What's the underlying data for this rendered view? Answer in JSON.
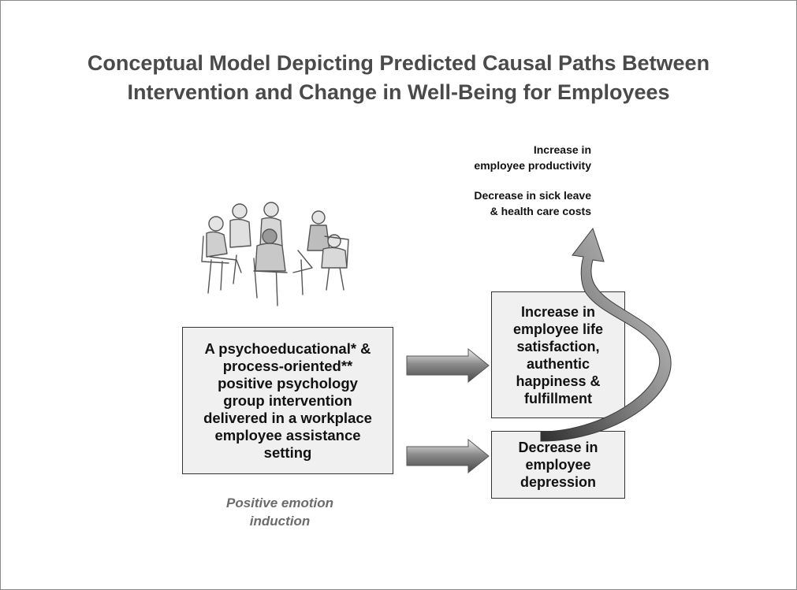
{
  "title": {
    "line1": "Conceptual Model Depicting Predicted Causal Paths Between",
    "line2": "Intervention and Change in Well-Being for Employees"
  },
  "outcomes": {
    "productivity_line1": "Increase in",
    "productivity_line2": "employee productivity",
    "costs_line1": "Decrease in sick leave",
    "costs_line2": "& health care costs"
  },
  "intervention_box": {
    "lines": [
      "A psychoeducational* &",
      "process-oriented**",
      "positive psychology",
      "group intervention",
      "delivered in a workplace",
      "employee assistance",
      "setting"
    ]
  },
  "life_box": {
    "lines": [
      "Increase in",
      "employee life",
      "satisfaction,",
      "authentic",
      "happiness &",
      "fulfillment"
    ]
  },
  "depression_box": {
    "lines": [
      "Decrease in",
      "employee",
      "depression"
    ]
  },
  "note": {
    "line1": "Positive emotion",
    "line2": "induction"
  },
  "icons": {
    "group_illustration": "people-seated-in-circle-sketch",
    "arrows": "gray-block-arrow-right",
    "curved_arrow": "curved-upward-arrow"
  }
}
